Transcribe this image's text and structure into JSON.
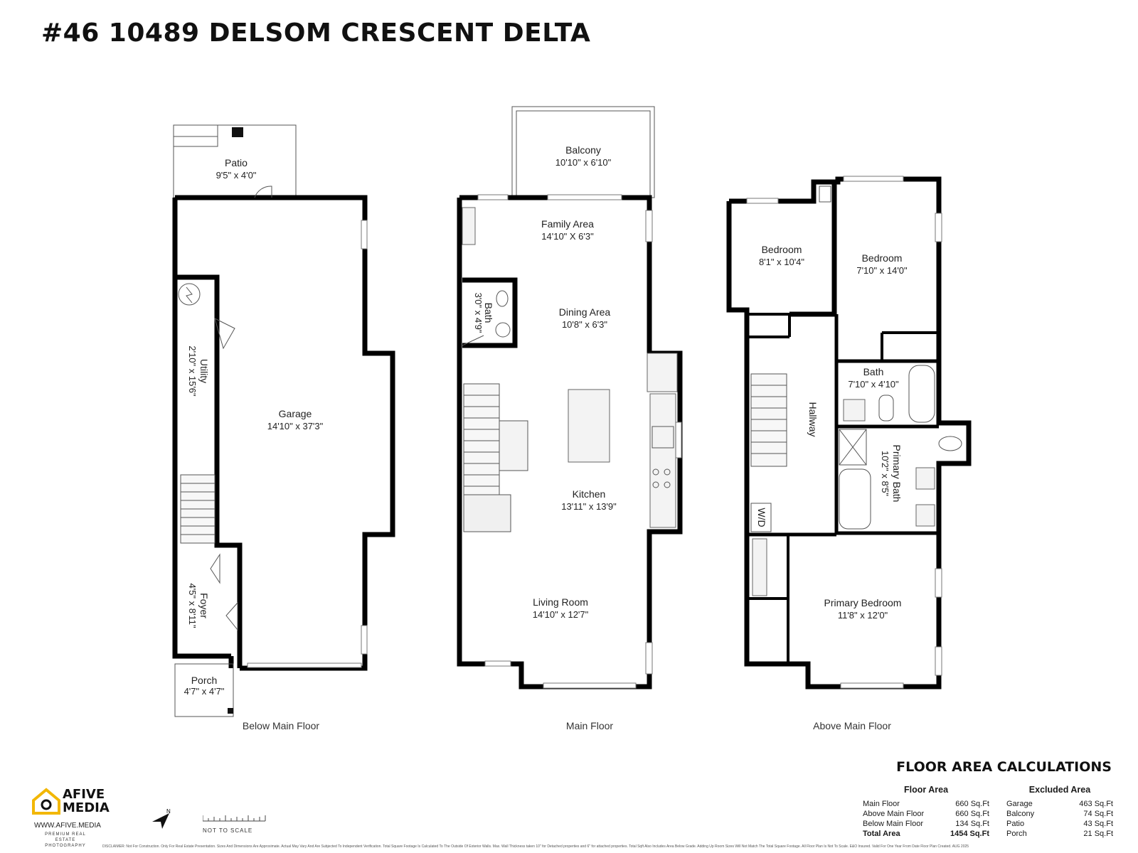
{
  "title": "#46 10489 DELSOM CRESCENT DELTA",
  "floors": {
    "below": {
      "caption": "Below Main Floor",
      "rooms": {
        "patio": {
          "name": "Patio",
          "dim": "9'5\" x 4'0\""
        },
        "garage": {
          "name": "Garage",
          "dim": "14'10\" x 37'3\""
        },
        "utility": {
          "name": "Utility",
          "dim": "2'10\" x 15'6\""
        },
        "foyer": {
          "name": "Foyer",
          "dim": "4'5\" x 8'11\""
        },
        "porch": {
          "name": "Porch",
          "dim": "4'7\" x 4'7\""
        }
      }
    },
    "main": {
      "caption": "Main Floor",
      "rooms": {
        "balcony": {
          "name": "Balcony",
          "dim": "10'10\" x 6'10\""
        },
        "family": {
          "name": "Family Area",
          "dim": "14'10\" X 6'3\""
        },
        "bath": {
          "name": "Bath",
          "dim": "3'0\" x 4'9\""
        },
        "dining": {
          "name": "Dining Area",
          "dim": "10'8\" x 6'3\""
        },
        "kitchen": {
          "name": "Kitchen",
          "dim": "13'11\" x 13'9\""
        },
        "living": {
          "name": "Living Room",
          "dim": "14'10\" x 12'7\""
        }
      }
    },
    "above": {
      "caption": "Above Main Floor",
      "rooms": {
        "bedroom1": {
          "name": "Bedroom",
          "dim": "8'1\" x 10'4\""
        },
        "bedroom2": {
          "name": "Bedroom",
          "dim": "7'10\" x 14'0\""
        },
        "bath": {
          "name": "Bath",
          "dim": "7'10\" x 4'10\""
        },
        "hallway": {
          "name": "Hallway"
        },
        "primary_bath": {
          "name": "Primary Bath",
          "dim": "10'2\" x 8'5\""
        },
        "wd": {
          "name": "W/D"
        },
        "primary_bedroom": {
          "name": "Primary Bedroom",
          "dim": "11'8\" x 12'0\""
        }
      }
    }
  },
  "calculations": {
    "title": "FLOOR AREA CALCULATIONS",
    "floor_area": {
      "heading": "Floor Area",
      "rows": [
        {
          "label": "Main Floor",
          "value": "660 Sq.Ft"
        },
        {
          "label": "Above Main Floor",
          "value": "660 Sq.Ft"
        },
        {
          "label": "Below Main Floor",
          "value": "134 Sq.Ft"
        }
      ],
      "total": {
        "label": "Total Area",
        "value": "1454 Sq.Ft"
      }
    },
    "excluded_area": {
      "heading": "Excluded Area",
      "rows": [
        {
          "label": "Garage",
          "value": "463 Sq.Ft"
        },
        {
          "label": "Balcony",
          "value": "74 Sq.Ft"
        },
        {
          "label": "Patio",
          "value": "43 Sq.Ft"
        },
        {
          "label": "Porch",
          "value": "21 Sq.Ft"
        }
      ]
    }
  },
  "logo": {
    "brand_line1": "AFIVE",
    "brand_line2": "MEDIA",
    "url": "WWW.AFIVE.MEDIA",
    "tagline": "PREMIUM REAL ESTATE PHOTOGRAPHY"
  },
  "compass_label": "N",
  "scale_label": "NOT TO SCALE",
  "disclaimer": "DISCLAIMER: Not For Construction. Only For Real Estate Presentation. Sizes And Dimensions Are Approximate. Actual May Vary And Are Subjected To Independent Verification. Total Square Footage Is Calculated To The Outside Of Exterior Walls. Max. Wall Thickness taken 10\" for Detached properties and 6\" for attached properties. Total Sqft Also Includes Area Below Grade. Adding Up Room Sizes Will Not Match The Total Square Footage. All Floor Plan Is Not To Scale. E&O Insured. Valid For One Year From Date Floor Plan Created. AUG 2025"
}
